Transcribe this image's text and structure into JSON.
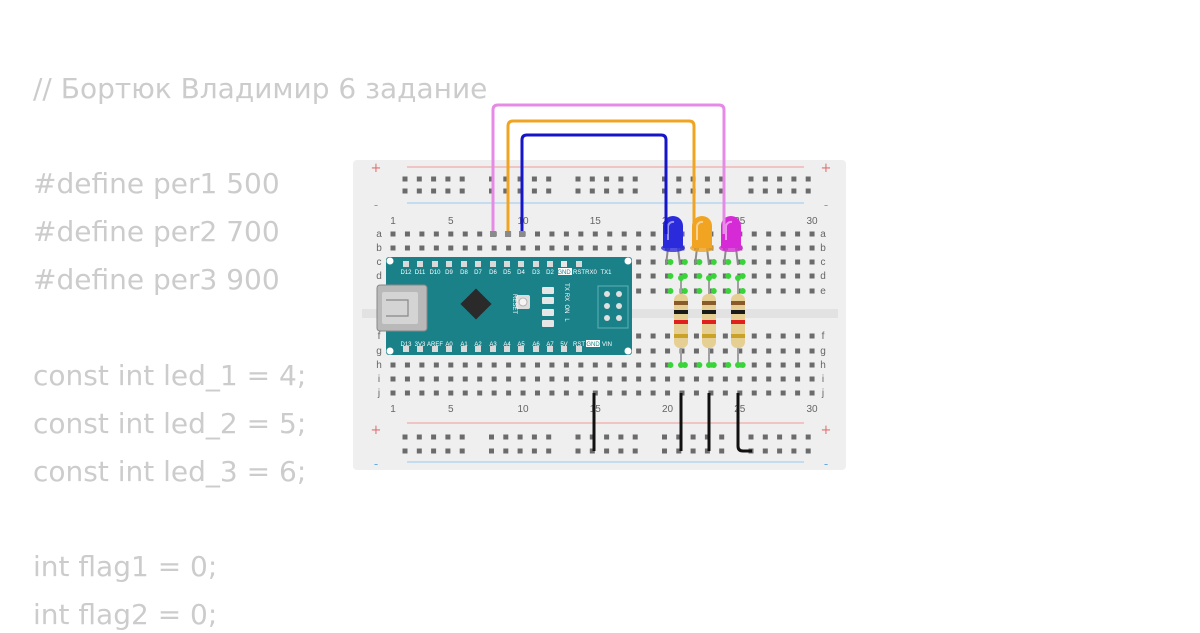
{
  "code_lines": [
    "// Бортюк Владимир 6 задание",
    "",
    "#define per1 500",
    "#define per2 700",
    "#define per3 900",
    "",
    "const int led_1 = 4;",
    "const int led_2 = 5;",
    "const int led_3 = 6;",
    "",
    "int flag1 = 0;",
    "int flag2 = 0;"
  ],
  "breadboard": {
    "row_letters_top": [
      "a",
      "b",
      "c",
      "d",
      "e"
    ],
    "row_letters_bottom": [
      "f",
      "g",
      "h",
      "i",
      "j"
    ],
    "column_numbers": [
      "1",
      "5",
      "10",
      "15",
      "20",
      "25",
      "30"
    ],
    "rail_plus": "+",
    "rail_minus": "-"
  },
  "arduino": {
    "top_pins": [
      "D12",
      "D11",
      "D10",
      "D9",
      "D8",
      "D7",
      "D6",
      "D5",
      "D4",
      "D3",
      "D2",
      "GND",
      "RST",
      "RX0",
      "TX1"
    ],
    "bottom_pins": [
      "D13",
      "3V3",
      "AREF",
      "A0",
      "A1",
      "A2",
      "A3",
      "A4",
      "A5",
      "A6",
      "A7",
      "5V",
      "RST",
      "GND",
      "VIN"
    ],
    "reset_label": "RESET",
    "led_labels": [
      "TX",
      "RX",
      "ON",
      "L"
    ],
    "board_color": "#1b8189"
  },
  "leds": [
    {
      "name": "blue",
      "color": "#2b2bdb"
    },
    {
      "name": "orange",
      "color": "#f0a422"
    },
    {
      "name": "magenta",
      "color": "#d62ad6"
    }
  ],
  "wire_colors": {
    "pink": "#e58be5",
    "orange": "#f0a422",
    "blue": "#1616c8",
    "ground": "#111111"
  }
}
